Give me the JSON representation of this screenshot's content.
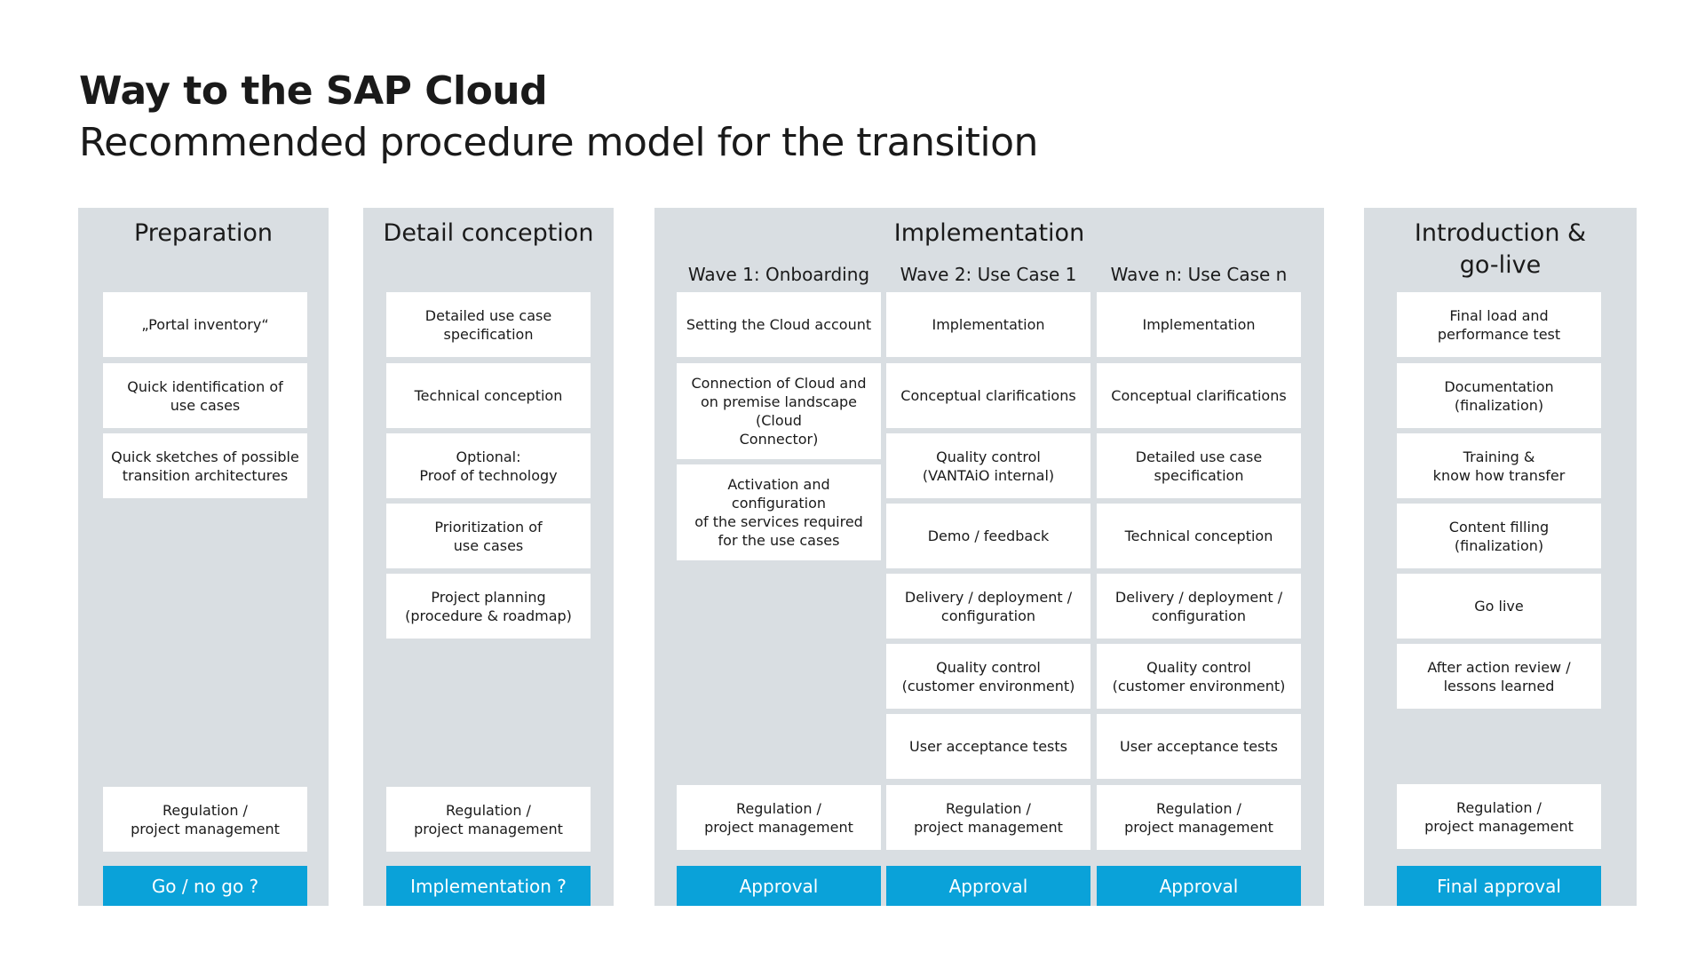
{
  "title": "Way to the SAP Cloud",
  "subtitle": "Recommended procedure model for the transition",
  "colors": {
    "panel": "#d9dee2",
    "box": "#ffffff",
    "gate": "#0aa2d9",
    "text": "#1a1a1a"
  },
  "preparation": {
    "title": "Preparation",
    "items": [
      "„Portal inventory“",
      "Quick identification of\nuse cases",
      "Quick sketches of possible\ntransition architectures"
    ],
    "regulation": "Regulation /\nproject management",
    "gate": "Go / no go ?"
  },
  "detail": {
    "title": "Detail conception",
    "items": [
      "Detailed use case\nspecification",
      "Technical conception",
      "Optional:\nProof of technology",
      "Prioritization of\nuse cases",
      "Project planning\n(procedure & roadmap)"
    ],
    "regulation": "Regulation /\nproject management",
    "gate": "Implementation ?"
  },
  "implementation": {
    "title": "Implementation",
    "wave1": {
      "title": "Wave 1: Onboarding",
      "items": [
        "Setting the Cloud account",
        "Connection of Cloud and\non premise landscape (Cloud\nConnector)",
        "Activation and configuration\nof the services required\nfor the use cases"
      ],
      "regulation": "Regulation /\nproject management",
      "gate": "Approval"
    },
    "wave2": {
      "title": "Wave 2: Use Case 1",
      "items": [
        "Implementation",
        "Conceptual clarifications",
        "Quality control\n(VANTAiO internal)",
        "Demo / feedback",
        "Delivery / deployment /\nconfiguration",
        "Quality control\n(customer environment)",
        "User acceptance tests"
      ],
      "regulation": "Regulation /\nproject management",
      "gate": "Approval"
    },
    "waven": {
      "title": "Wave n: Use Case n",
      "items": [
        "Implementation",
        "Conceptual clarifications",
        "Detailed use case\nspecification",
        "Technical conception",
        "Delivery / deployment /\nconfiguration",
        "Quality control\n(customer environment)",
        "User acceptance tests"
      ],
      "regulation": "Regulation /\nproject management",
      "gate": "Approval"
    }
  },
  "golive": {
    "title": "Introduction &\ngo-live",
    "items": [
      "Final load and\nperformance test",
      "Documentation\n(finalization)",
      "Training &\nknow how transfer",
      "Content filling\n(finalization)",
      "Go live",
      "After action review /\nlessons learned"
    ],
    "regulation": "Regulation /\nproject management",
    "gate": "Final approval"
  }
}
